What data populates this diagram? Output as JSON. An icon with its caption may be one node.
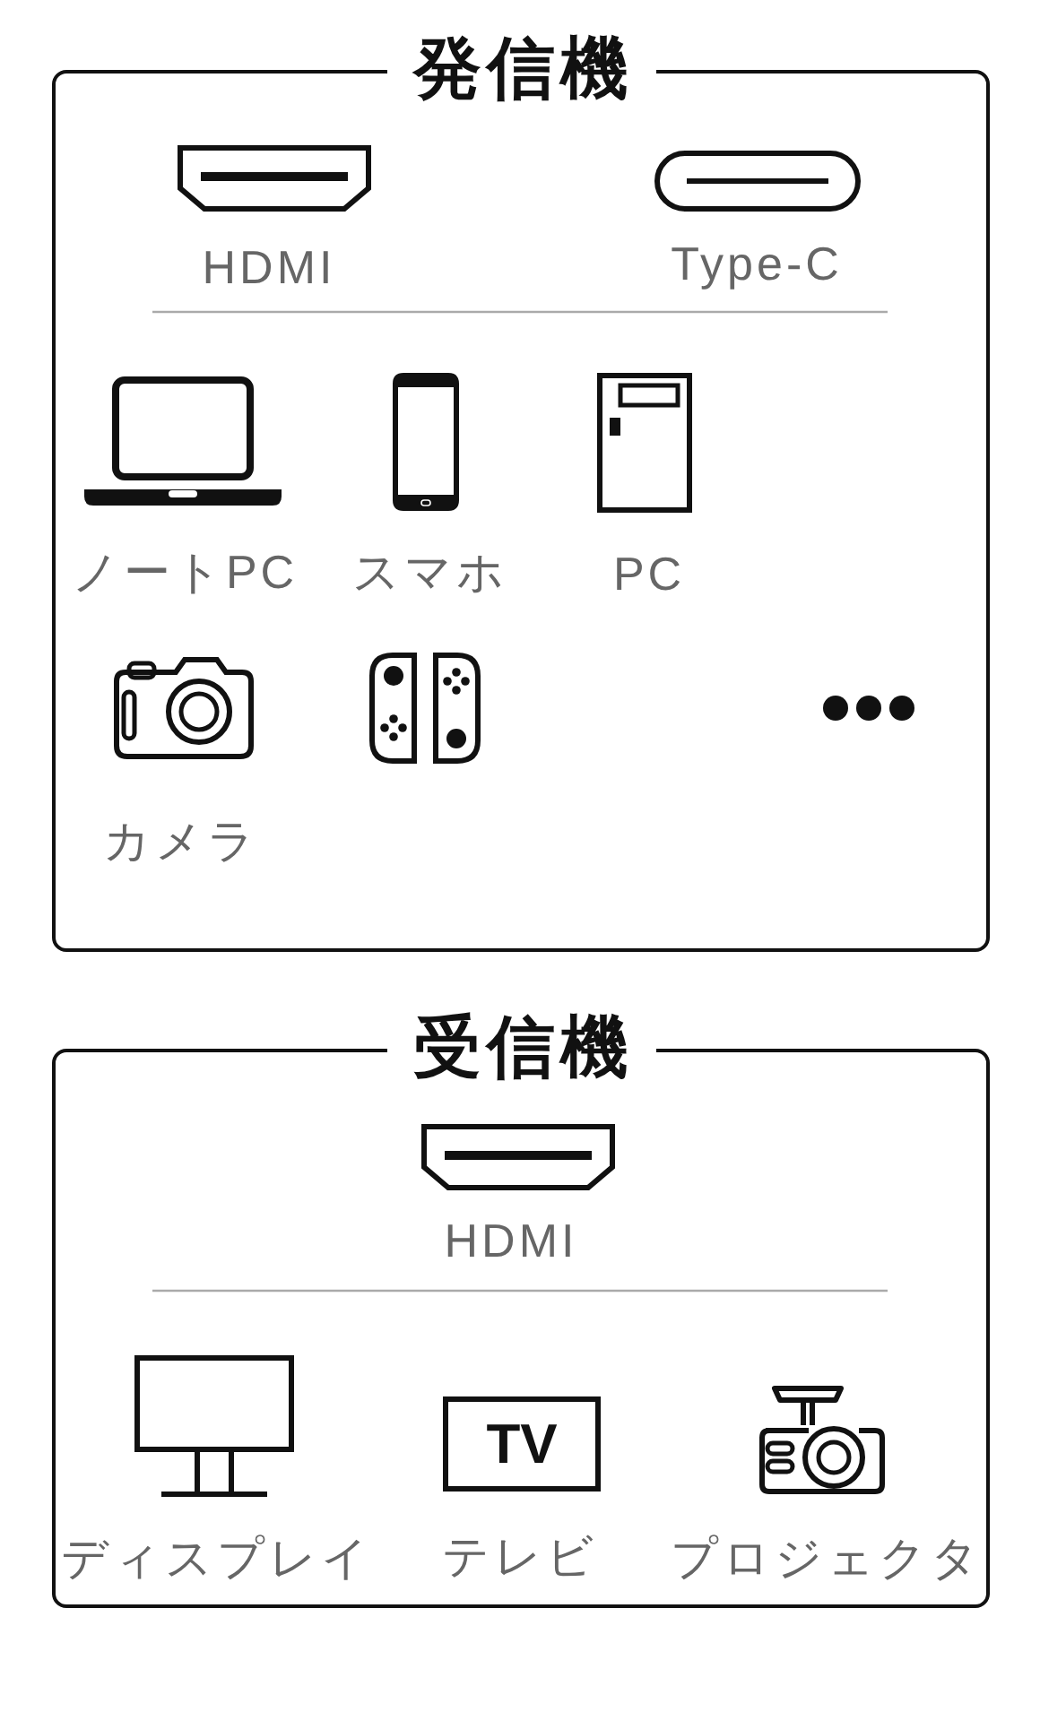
{
  "diagram": {
    "nodes": [
      {
        "text": [
          "発信機"
        ]
      },
      {
        "text": [
          "受信機"
        ]
      },
      {
        "text": [
          "TV"
        ],
        "in": 1
      }
    ],
    "labels": [
      "HDMI",
      "Type-C",
      "ノートPC",
      "スマホ",
      "PC",
      "カメラ",
      "HDMI",
      "ディスプレイ",
      "テレビ",
      "プロジェクタ"
    ]
  }
}
